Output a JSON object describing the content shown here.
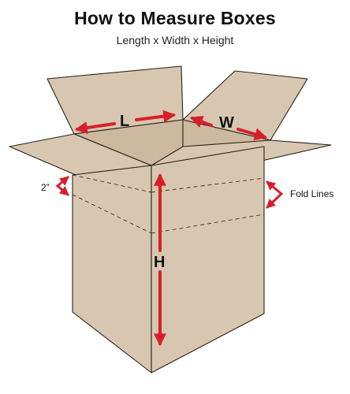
{
  "header": {
    "title": "How to Measure Boxes",
    "subtitle": "Length x Width x Height"
  },
  "labels": {
    "length": "L",
    "width": "W",
    "height": "H",
    "flap_gap": "2”",
    "fold_lines": "Fold Lines"
  },
  "colors": {
    "box_fill": "#d8c7b0",
    "box_fill_dark": "#cdb99f",
    "box_stroke": "#2a2218",
    "arrow": "#d81e2a"
  }
}
